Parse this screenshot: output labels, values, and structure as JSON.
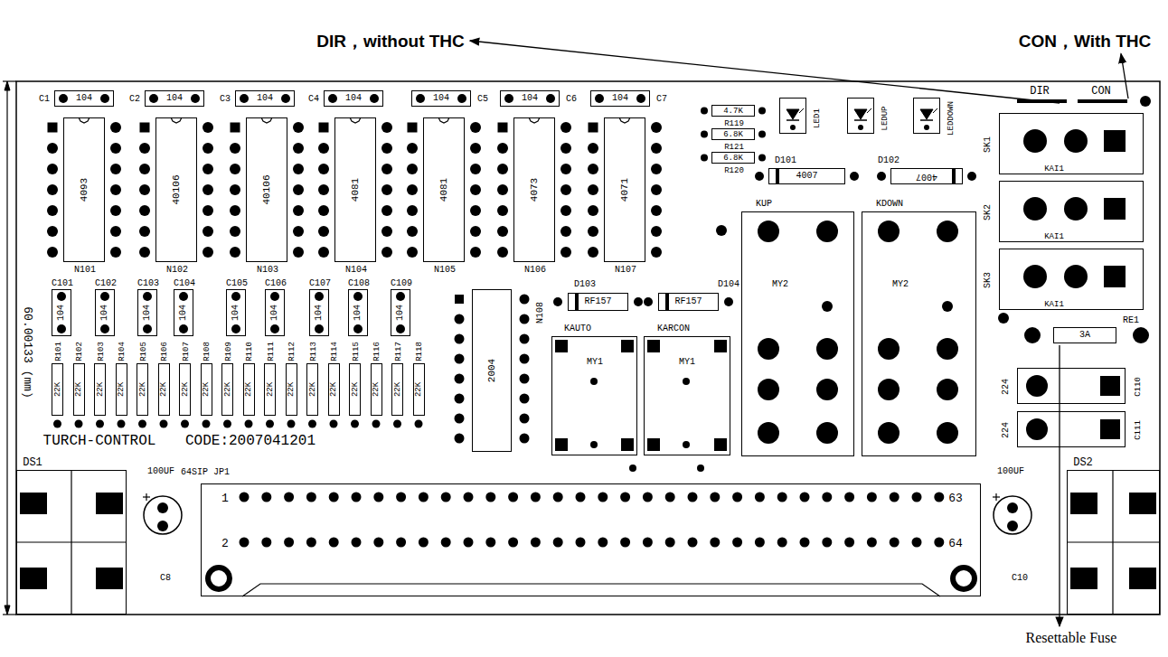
{
  "diagram": {
    "nodes": [
      {
        "text": [
          "C1",
          "104"
        ]
      },
      {
        "text": [
          "C2",
          "104"
        ]
      },
      {
        "text": [
          "C3",
          "104"
        ]
      },
      {
        "text": [
          "C4",
          "104"
        ]
      },
      {
        "text": [
          "C5",
          "104"
        ]
      },
      {
        "text": [
          "C6",
          "104"
        ]
      },
      {
        "text": [
          "C7",
          "104"
        ]
      },
      {
        "text": [
          "R119",
          "4.7K"
        ]
      },
      {
        "text": [
          "R121",
          "6.8K"
        ]
      },
      {
        "text": [
          "R120",
          "6.8K"
        ]
      },
      {
        "text": [
          "LED1"
        ]
      },
      {
        "text": [
          "LEDUP"
        ]
      },
      {
        "text": [
          "LEDDOWN"
        ]
      },
      {
        "text": [
          "N101",
          "4093"
        ]
      },
      {
        "text": [
          "N102",
          "40106"
        ]
      },
      {
        "text": [
          "N103",
          "40106"
        ]
      },
      {
        "text": [
          "N104",
          "4081"
        ]
      },
      {
        "text": [
          "N105",
          "4081"
        ]
      },
      {
        "text": [
          "N106",
          "4073"
        ]
      },
      {
        "text": [
          "N107",
          "4071"
        ]
      },
      {
        "text": [
          "D101",
          "4007"
        ]
      },
      {
        "text": [
          "D102",
          "4007"
        ]
      },
      {
        "text": [
          "SK1",
          "KAI1"
        ]
      },
      {
        "text": [
          "SK2",
          "KAI1"
        ]
      },
      {
        "text": [
          "SK3",
          "KAI1"
        ]
      },
      {
        "text": [
          "C101",
          "104"
        ]
      },
      {
        "text": [
          "C102",
          "104"
        ]
      },
      {
        "text": [
          "C103",
          "104"
        ]
      },
      {
        "text": [
          "C104",
          "104"
        ]
      },
      {
        "text": [
          "C105",
          "104"
        ]
      },
      {
        "text": [
          "C106",
          "104"
        ]
      },
      {
        "text": [
          "C107",
          "104"
        ]
      },
      {
        "text": [
          "C108",
          "104"
        ]
      },
      {
        "text": [
          "C109",
          "104"
        ]
      },
      {
        "text": [
          "N108",
          "2004"
        ]
      },
      {
        "text": [
          "D103",
          "RF157"
        ]
      },
      {
        "text": [
          "D104",
          "RF157"
        ]
      },
      {
        "text": [
          "KAUTO",
          "MY1"
        ]
      },
      {
        "text": [
          "KARCON",
          "MY1"
        ]
      },
      {
        "text": [
          "KUP",
          "MY2"
        ]
      },
      {
        "text": [
          "KDOWN",
          "MY2"
        ]
      },
      {
        "text": [
          "RE1",
          "3A"
        ]
      },
      {
        "text": [
          "C110",
          "224"
        ]
      },
      {
        "text": [
          "C111",
          "224"
        ]
      },
      {
        "text": [
          "R101",
          "22K"
        ]
      },
      {
        "text": [
          "R102",
          "22K"
        ]
      },
      {
        "text": [
          "R103",
          "22K"
        ]
      },
      {
        "text": [
          "R104",
          "22K"
        ]
      },
      {
        "text": [
          "R105",
          "22K"
        ]
      },
      {
        "text": [
          "R106",
          "22K"
        ]
      },
      {
        "text": [
          "R107",
          "22K"
        ]
      },
      {
        "text": [
          "R108",
          "22K"
        ]
      },
      {
        "text": [
          "R109",
          "22K"
        ]
      },
      {
        "text": [
          "R110",
          "22K"
        ]
      },
      {
        "text": [
          "R111",
          "22K"
        ]
      },
      {
        "text": [
          "R112",
          "22K"
        ]
      },
      {
        "text": [
          "R113",
          "22K"
        ]
      },
      {
        "text": [
          "R114",
          "22K"
        ]
      },
      {
        "text": [
          "R115",
          "22K"
        ]
      },
      {
        "text": [
          "R116",
          "22K"
        ]
      },
      {
        "text": [
          "R117",
          "22K"
        ]
      },
      {
        "text": [
          "R118",
          "22K"
        ]
      },
      {
        "text": [
          "DS1"
        ]
      },
      {
        "text": [
          "100UF",
          "C8"
        ]
      },
      {
        "text": [
          "64SIP JP1",
          "1",
          "63",
          "2",
          "64"
        ]
      },
      {
        "text": [
          "100UF",
          "C10"
        ]
      },
      {
        "text": [
          "DS2"
        ]
      }
    ],
    "labels": [
      "DIR，without THC",
      "CON，With THC",
      "DIR",
      "CON",
      "60.00133 (mm)",
      "TURCH-CONTROL",
      "CODE:2007041201",
      "Resettable Fuse"
    ]
  }
}
